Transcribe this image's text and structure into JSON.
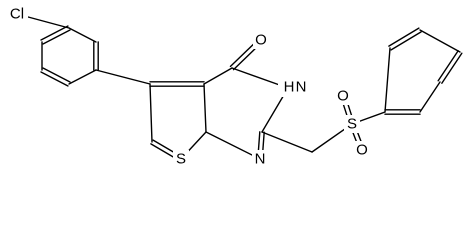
{
  "molecule": {
    "atom_labels": {
      "cl": "Cl",
      "o_carbonyl": "O",
      "nh": "N",
      "nh_h": "H",
      "n_ring": "N",
      "s_ring": "S",
      "s_sulfonyl": "S",
      "o_sulfonyl_1": "O",
      "o_sulfonyl_2": "O"
    }
  }
}
